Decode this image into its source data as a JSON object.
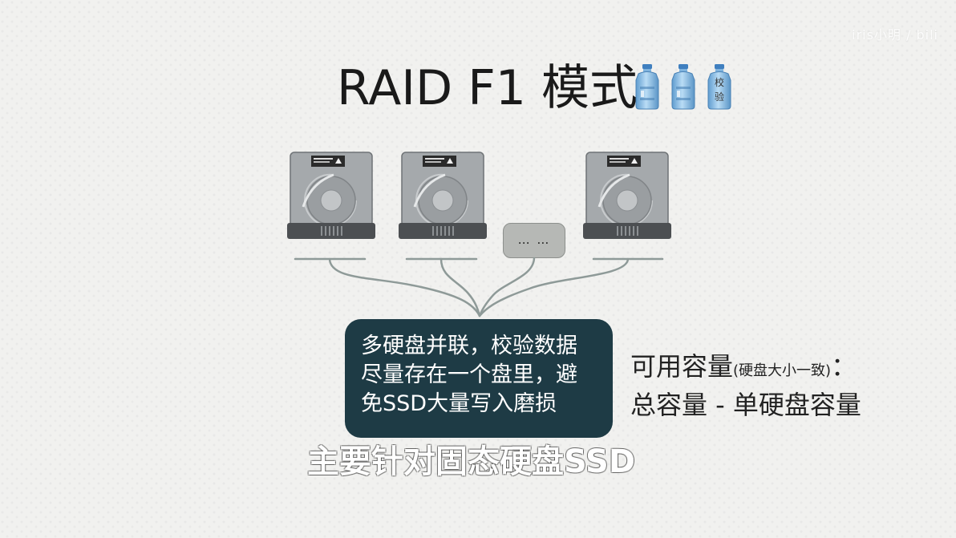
{
  "watermark": "iris小明 / bili",
  "title": "RAID F1 模式",
  "bottles": [
    {
      "label": ""
    },
    {
      "label": ""
    },
    {
      "label": "校验"
    }
  ],
  "drives": [
    "hdd-1",
    "hdd-2",
    "hdd-3"
  ],
  "ellipsis": "… …",
  "note": {
    "line1": "多硬盘并联，校验数据",
    "line2": "尽量存在一个盘里，避",
    "line3": "免SSD大量写入磨损"
  },
  "capacity": {
    "label": "可用容量",
    "condition": "(硬盘大小一致)",
    "colon": "：",
    "formula": "总容量 - 单硬盘容量"
  },
  "subtitle": "主要针对固态硬盘SSD",
  "colors": {
    "note_bg": "#1e3b45",
    "drive_body": "#9fa3a6",
    "line": "#8e9a98",
    "bottle": "#7fb3de"
  }
}
